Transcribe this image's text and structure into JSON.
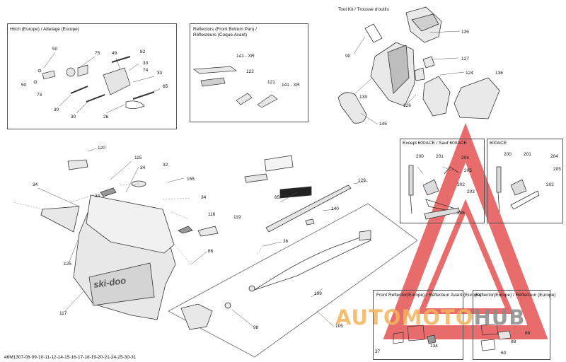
{
  "diagram": {
    "drawing_code": "46M1307-08-09-10-11-12-14-15-16-17-18-19-20-21-24-25-30-31",
    "boxes": {
      "hitch": "Hitch (Europe) / Attelage (Europe)",
      "reflectors": "Reflectors (Front Bottom Pan) / Réflecteurs (Coque Avant)",
      "tool_kit": "Tool Kit / Trousse d'outils",
      "except_600ace": "Except 600ACE / Sauf 600ACE",
      "ace600": "600ACE",
      "front_reflector": "Front Reflector(Europe) / Réflecteur Avant (Europe)",
      "reflector": "Reflector(Europe) / Réflecteur (Europe)"
    },
    "callouts": {
      "hitch": [
        "50",
        "50",
        "73",
        "75",
        "49",
        "82",
        "33",
        "74",
        "33",
        "65",
        "30",
        "30",
        "26"
      ],
      "reflectors": [
        "141 - XR",
        "122",
        "121",
        "141 - XR"
      ],
      "tool_kit": [
        "135",
        "90",
        "127",
        "124",
        "136",
        "133",
        "126",
        "145"
      ],
      "except_600ace": [
        "200",
        "201",
        "204",
        "205",
        "202",
        "203",
        "206"
      ],
      "ace600": [
        "200",
        "201",
        "204",
        "205",
        "202"
      ],
      "main": [
        "120",
        "115",
        "34",
        "32",
        "34",
        "155",
        "34",
        "34",
        "116",
        "119",
        "85",
        "129",
        "140",
        "36",
        "86",
        "125",
        "117",
        "199",
        "98",
        "105"
      ],
      "front_reflector": [
        "37",
        "134"
      ],
      "reflector": [
        "88",
        "88",
        "60"
      ]
    },
    "hood_logo": "ski-doo",
    "watermark": {
      "text_a": "AUTOMOTO",
      "text_b": "HUB",
      "color_a": "#f2b45c",
      "color_b": "#8a8a8a",
      "triangle_color": "#e23b3b"
    }
  }
}
